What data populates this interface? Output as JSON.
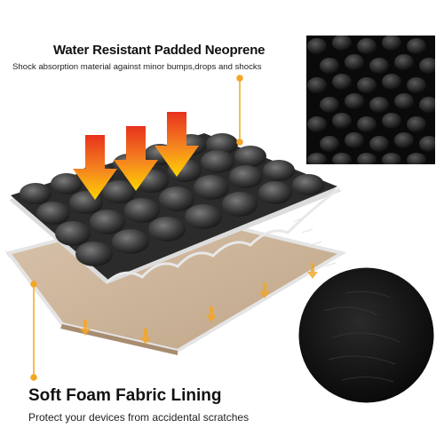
{
  "top_callout": {
    "title": "Water Resistant Padded Neoprene",
    "subtitle": "Shock absorption material against minor bumps,drops and shocks"
  },
  "bottom_callout": {
    "title": "Soft Foam Fabric Lining",
    "subtitle": "Protect your devices from accidental scratches"
  },
  "colors": {
    "accent_orange": "#f5a623",
    "arrow_red": "#e8321e",
    "arrow_yellow": "#ffd400",
    "neoprene_dark": "#2b2b2b",
    "foam_tan": "#c9b29a"
  },
  "icons": [
    "down-arrow-icon",
    "down-arrow-icon",
    "down-arrow-icon"
  ]
}
